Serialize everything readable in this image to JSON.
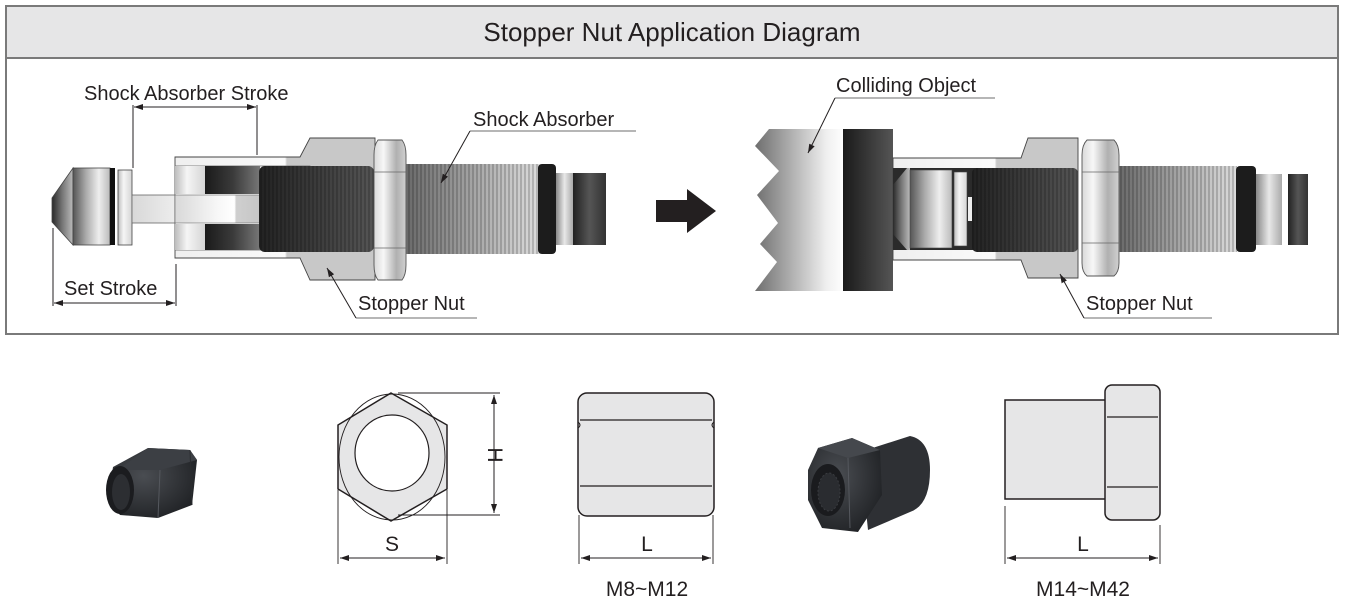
{
  "header": {
    "title": "Stopper Nut Application Diagram"
  },
  "application_diagram": {
    "before": {
      "labels": {
        "shock_absorber_stroke": "Shock Absorber Stroke",
        "shock_absorber": "Shock Absorber",
        "set_stroke": "Set Stroke",
        "stopper_nut": "Stopper Nut"
      }
    },
    "transition_arrow": "right-arrow-icon",
    "after": {
      "labels": {
        "colliding_object": "Colliding Object",
        "stopper_nut": "Stopper Nut"
      }
    }
  },
  "dimension_drawings": {
    "hex_front_view": {
      "height_label": "H",
      "width_label": "S"
    },
    "type_a": {
      "length_label": "L",
      "size_range": "M8~M12"
    },
    "type_b": {
      "length_label": "L",
      "size_range": "M14~M42"
    }
  },
  "colors": {
    "header_bg": "#e6e6e7",
    "border": "#7a7a7a",
    "text": "#231f20",
    "part_fill": "#e6e6e7",
    "nut_black": "#2b2d30"
  }
}
